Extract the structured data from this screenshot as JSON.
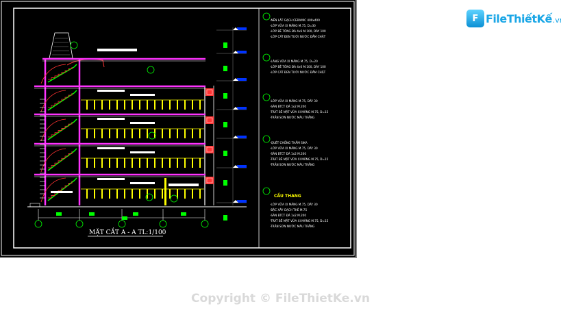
{
  "drawing": {
    "title": "MẶT CẮT A - A  TL:1/100",
    "notes": [
      {
        "heading": "",
        "lines": [
          "-NỀN LÁT GẠCH CERAMIC 400x400",
          "-LỚP VỮA XI MĂNG M.75, D=30",
          "-LỚP BÊ TÔNG ĐÁ 4x6 M.100, DÀY 100",
          "-LỚP CÁT ĐEN TƯỚI NƯỚC ĐẦM CHẶT"
        ]
      },
      {
        "heading": "",
        "lines": [
          "-LÁNG VỮA XI MĂNG M.75, D=20",
          "-LỚP BÊ TÔNG ĐÁ 4x6 M.100, DÀY 100",
          "-LỚP CÁT ĐEN TƯỚI NƯỚC ĐẦM CHẶT"
        ]
      },
      {
        "heading": "",
        "lines": [
          "-LỚP VỮA XI MĂNG M.75, DÀY 30",
          "-SÀN BTCT ĐÁ 1x2 M.200",
          "-TRÁT BỀ MẶT VỮA XI MĂNG M.75, D=15",
          "-TRẦN SƠN NƯỚC MÀU TRẮNG"
        ]
      },
      {
        "heading": "",
        "lines": [
          "-QUÉT CHỐNG THẤM SIKA",
          "-LỚP VỮA XI MĂNG M.75, DÀY 30",
          "-SÀN BTCT ĐÁ 1x2 M.200",
          "-TRÁT BỀ MẶT VỮA XI MĂNG M.75, D=15",
          "-TRẦN SƠN NƯỚC MÀU TRẮNG"
        ]
      },
      {
        "heading": "CẦU THANG",
        "lines": [
          "-LỚP VỮA XI MĂNG M.75, DÀY 30",
          "-BẬC XÂY GẠCH THẺ M.75",
          "-SÀN BTCT ĐÁ 1x2 M.200",
          "-TRÁT BỀ MẶT VỮA XI MĂNG M.75, D=15",
          "-TRẦN SƠN NƯỚC MÀU TRẮNG"
        ]
      }
    ],
    "colors": {
      "background": "#000000",
      "frame": "#ffffff",
      "floor_line": "#ff33ff",
      "wall": "#ff33ff",
      "hatch": "#ff3333",
      "window": "#ffff00",
      "accent_green": "#00ff00",
      "grid_marker": "#00ff00",
      "level_tag": "#0033ff",
      "text": "#ffffff"
    }
  },
  "logo": {
    "badge": "F",
    "name": "FileThiếtKế",
    "tld": ".vn"
  },
  "copyright": "Copyright © FileThietKe.vn"
}
